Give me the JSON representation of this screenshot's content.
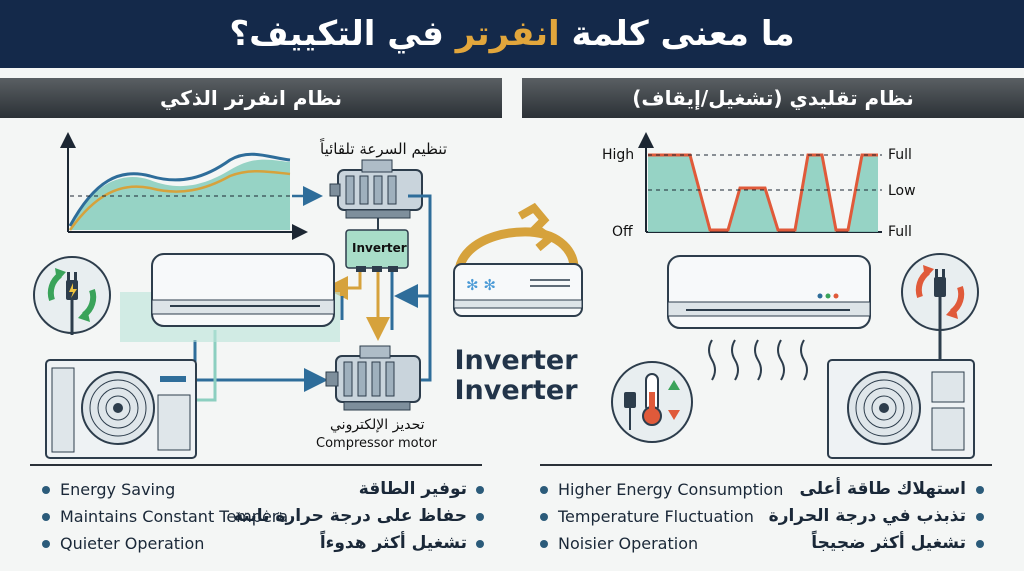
{
  "title": {
    "part1": "ما معنى كلمة ",
    "highlight": "انفرتر",
    "part2": " في التكييف؟"
  },
  "left_panel": {
    "header": "نظام انفرتر الذكي",
    "speed_label": "تنظيم السرعة تلقائياً",
    "inverter_box": "Inverter",
    "compressor_ar": "تحديز الإلكتروني",
    "compressor_en": "Compressor motor",
    "features_en": [
      "Energy Saving",
      "Maintains Constant Tempera",
      "Quieter Operation"
    ],
    "features_ar": [
      "توفير الطاقة",
      "حفاظ على درجة حرارة ثابتة",
      "تشغيل أكثر هدوءاً"
    ]
  },
  "right_panel": {
    "header": "نظام تقليدي (تشغيل/إيقاف)",
    "chart_left_labels": [
      "High",
      "Off"
    ],
    "chart_right_labels": [
      "Full",
      "Low",
      "Full"
    ],
    "features_en": [
      "Higher Energy Consumption",
      "Temperature Fluctuation",
      "Noisier Operation"
    ],
    "features_ar": [
      "استهلاك طاقة أعلى",
      "تذبذب في درجة الحرارة",
      "تشغيل أكثر ضجيجاً"
    ]
  },
  "center": {
    "line1": "Inverter",
    "line2": "Inverter"
  },
  "colors": {
    "navy": "#14294a",
    "accent": "#e2a63c",
    "teal": "#8ccfc0",
    "wave_blue": "#2e6d9a",
    "red": "#e05a3a",
    "green": "#3aa35a"
  }
}
